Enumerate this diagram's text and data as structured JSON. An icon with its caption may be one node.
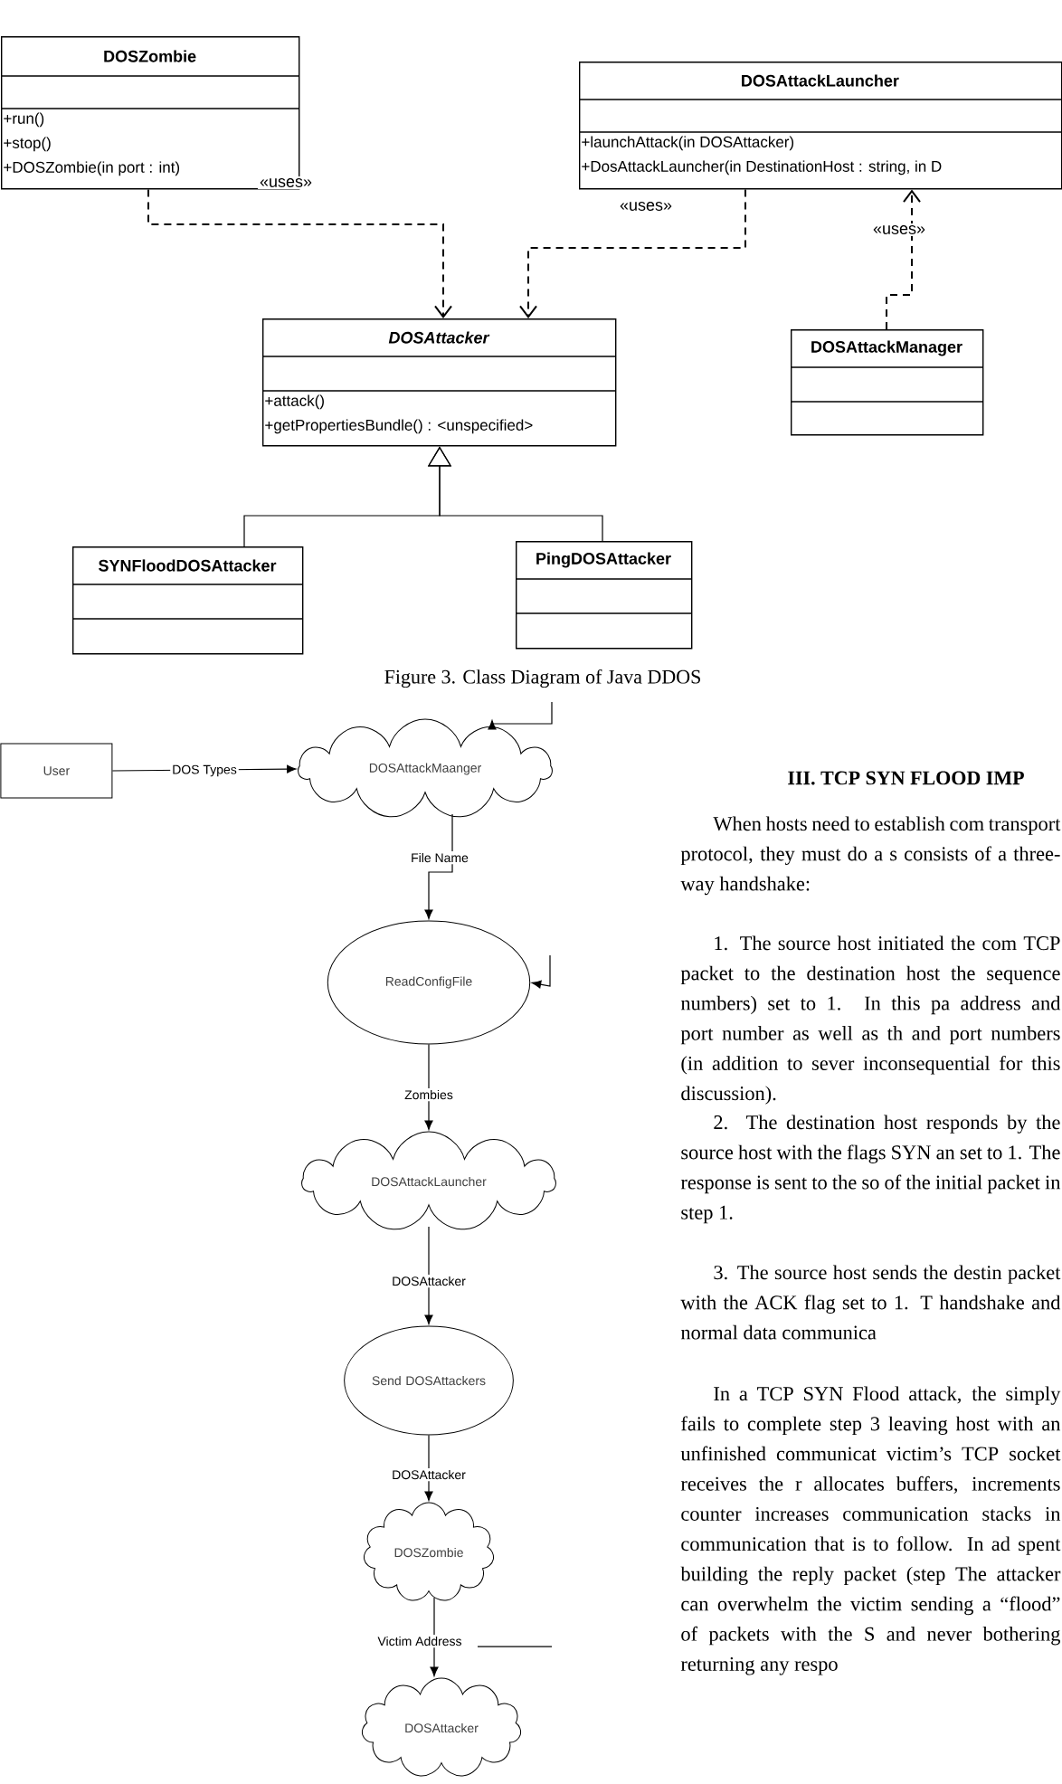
{
  "diagram": {
    "caption": "Figure 3. Class Diagram of Java DDOS",
    "nodes": [
      {
        "text": [
          "DOSZombie",
          "+run()",
          "+stop()",
          "+DOSZombie(in port : int)"
        ]
      },
      {
        "text": [
          "DOSAttackLauncher",
          "+launchAttack(in DOSAttacker)",
          "+DosAttackLauncher(in DestinationHost : string, in D"
        ]
      },
      {
        "text": [
          "DOSAttacker",
          "+attack()",
          "+getPropertiesBundle() : <unspecified>"
        ]
      },
      {
        "text": [
          "DOSAttackManager"
        ]
      },
      {
        "text": [
          "SYNFloodDOSAttacker"
        ]
      },
      {
        "text": [
          "PingDOSAttacker"
        ]
      },
      {
        "text": [
          "User"
        ]
      },
      {
        "text": [
          "DOSAttackMaanger"
        ]
      },
      {
        "text": [
          "ReadConfigFile"
        ]
      },
      {
        "text": [
          "DOSAttackLauncher"
        ]
      },
      {
        "text": [
          "Send DOSAttackers"
        ]
      },
      {
        "text": [
          "DOSZombie"
        ]
      },
      {
        "text": [
          "DOSAttacker"
        ]
      }
    ],
    "edges": [
      {
        "from": 0,
        "to": 2,
        "arrow": "to",
        "style": "dashed",
        "label": "«uses»"
      },
      {
        "from": 1,
        "to": 2,
        "arrow": "to",
        "style": "dashed",
        "label": "«uses»"
      },
      {
        "from": 3,
        "to": 1,
        "arrow": "to",
        "style": "dashed",
        "label": "«uses»"
      },
      {
        "from": 4,
        "to": 2,
        "arrow": "to"
      },
      {
        "from": 5,
        "to": 2,
        "arrow": "to"
      },
      {
        "from": 6,
        "to": 7,
        "arrow": "to",
        "label": "DOS Types"
      },
      {
        "from": 7,
        "to": 8,
        "arrow": "to",
        "label": "File Name"
      },
      {
        "from": 8,
        "to": 9,
        "arrow": "to",
        "label": "Zombies"
      },
      {
        "from": 9,
        "to": 10,
        "arrow": "to",
        "label": "DOSAttacker"
      },
      {
        "from": 10,
        "to": 11,
        "arrow": "to",
        "label": "DOSAttacker"
      },
      {
        "from": 11,
        "to": 12,
        "arrow": "to",
        "label": "Victim Address"
      },
      {
        "from": null,
        "to": 7,
        "arrow": "to"
      },
      {
        "from": null,
        "to": 8,
        "arrow": "to"
      }
    ],
    "labels": [
      "III. TCP SYN FLOOD IMP",
      "When hosts need to establish com transport protocol, they must do a s consists of a three-way handshake:",
      "1. The source host initiated the com TCP packet to the destination host the sequence numbers) set to 1. In this pa address and port number as well as th and port numbers (in addition to sever inconsequential for this discussion).",
      "2. The destination host responds by the source host with the flags SYN an set to 1. The response is sent to the so of the initial packet in step 1.",
      "3. The source host sends the destin packet with the ACK flag set to 1. T handshake and normal data communica",
      "In a TCP SYN Flood attack, the simply fails to complete step 3 leaving host with an unfinished communicat victim’s TCP socket receives the r allocates buffers, increments counter increases communication stacks in communication that is to follow. In ad spent building the reply packet (step The attacker can overwhelm the victim sending a “flood” of packets with the S and never bothering returning any respo"
    ]
  }
}
